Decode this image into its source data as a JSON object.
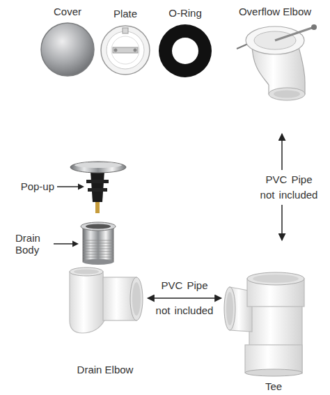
{
  "diagram": {
    "nodes": [
      {
        "text": [
          "Cover"
        ]
      },
      {
        "text": [
          "Plate"
        ]
      },
      {
        "text": [
          "O-Ring"
        ]
      },
      {
        "text": [
          "Overflow Elbow"
        ]
      },
      {
        "text": [
          "Pop-up"
        ]
      },
      {
        "text": [
          "Drain Body"
        ]
      },
      {
        "text": [
          "Drain Elbow"
        ]
      },
      {
        "text": [
          "Tee"
        ]
      }
    ],
    "edges": [
      {
        "from": 3,
        "to": 7,
        "label": "PVC Pipe not included",
        "arrow": "both"
      },
      {
        "from": 6,
        "to": 7,
        "label": "PVC Pipe not included",
        "arrow": "both"
      }
    ]
  }
}
